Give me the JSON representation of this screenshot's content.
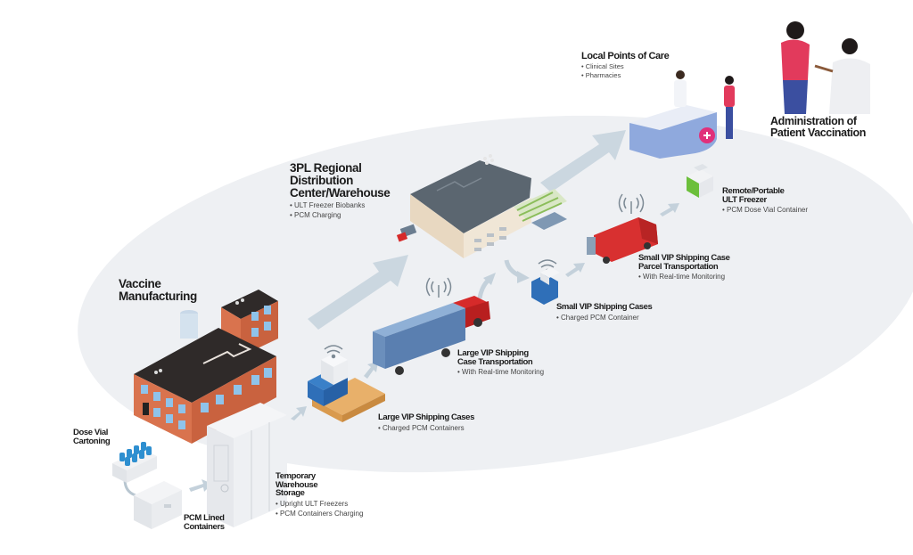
{
  "diagram": {
    "title": "Vaccine Cold Chain Distribution",
    "colors": {
      "background": "#ffffff",
      "ellipse": "#eef0f3",
      "flow_arrow": "#c9d6df",
      "brick": "#d9734e",
      "roof_dark": "#2f2a29",
      "warehouse_roof": "#5b6670",
      "warehouse_wall": "#e8d8c1",
      "vip_blue": "#2f6fb8",
      "truck_trailer": "#5a7fb0",
      "truck_cab": "#d62a2a",
      "van_red": "#d83030",
      "pallet": "#e2a45c",
      "freezer_green": "#6cbf3b",
      "counter_blue": "#8fa9dd",
      "care_pink": "#e0307a",
      "patient_shirt": "#e23a5c",
      "patient_pants": "#3b4fa0"
    },
    "nodes": [
      {
        "id": "vaccine-manufacturing",
        "title": "Vaccine Manufacturing",
        "bullets": []
      },
      {
        "id": "dose-vial-cartoning",
        "title": "Dose Vial Cartoning",
        "bullets": []
      },
      {
        "id": "pcm-lined-containers",
        "title": "PCM Lined Containers",
        "bullets": []
      },
      {
        "id": "temporary-warehouse-storage",
        "title": "Temporary Warehouse Storage",
        "bullets": [
          "Upright ULT Freezers",
          "PCM Containers Charging"
        ]
      },
      {
        "id": "large-vip-shipping-cases",
        "title": "Large VIP Shipping Cases",
        "bullets": [
          "Charged PCM Containers"
        ]
      },
      {
        "id": "large-vip-transportation",
        "title": "Large VIP Shipping Case Transportation",
        "bullets": [
          "With Real-time Monitoring"
        ]
      },
      {
        "id": "3pl-distribution-center",
        "title": "3PL Regional Distribution Center/Warehouse",
        "bullets": [
          "ULT Freezer Biobanks",
          "PCM Charging"
        ]
      },
      {
        "id": "small-vip-shipping-cases",
        "title": "Small VIP Shipping Cases",
        "bullets": [
          "Charged PCM Container"
        ]
      },
      {
        "id": "small-vip-parcel-transportation",
        "title": "Small VIP Shipping Case Parcel Transportation",
        "bullets": [
          "With Real-time Monitoring"
        ]
      },
      {
        "id": "remote-portable-ult-freezer",
        "title": "Remote/Portable ULT Freezer",
        "bullets": [
          "PCM Dose Vial Container"
        ]
      },
      {
        "id": "local-points-of-care",
        "title": "Local Points of Care",
        "bullets": [
          "Clinical Sites",
          "Pharmacies"
        ]
      },
      {
        "id": "administration-of-vaccination",
        "title": "Administration of Patient Vaccination",
        "bullets": []
      }
    ],
    "labels": {
      "vaccine_manufacturing": {
        "line1": "Vaccine",
        "line2": "Manufacturing"
      },
      "dose_vial": {
        "line1": "Dose Vial",
        "line2": "Cartoning"
      },
      "pcm_lined": {
        "line1": "PCM Lined",
        "line2": "Containers"
      },
      "temp_storage": {
        "line1": "Temporary",
        "line2": "Warehouse",
        "line3": "Storage",
        "bullets": [
          "Upright ULT Freezers",
          "PCM Containers Charging"
        ]
      },
      "large_cases": {
        "line1": "Large VIP Shipping Cases",
        "bullets": [
          "Charged PCM Containers"
        ]
      },
      "large_transport": {
        "line1": "Large VIP Shipping",
        "line2": "Case Transportation",
        "bullets": [
          "With Real-time Monitoring"
        ]
      },
      "distribution": {
        "line1": "3PL Regional",
        "line2": "Distribution",
        "line3": "Center/Warehouse",
        "bullets": [
          "ULT Freezer Biobanks",
          "PCM Charging"
        ]
      },
      "small_cases": {
        "line1": "Small VIP Shipping Cases",
        "bullets": [
          "Charged PCM Container"
        ]
      },
      "small_transport": {
        "line1": "Small VIP Shipping Case",
        "line2": "Parcel Transportation",
        "bullets": [
          "With Real-time Monitoring"
        ]
      },
      "remote_freezer": {
        "line1": "Remote/Portable",
        "line2": "ULT Freezer",
        "bullets": [
          "PCM Dose Vial Container"
        ]
      },
      "points_of_care": {
        "line1": "Local Points of Care",
        "bullets": [
          "Clinical Sites",
          "Pharmacies"
        ]
      },
      "administration": {
        "line1": "Administration of",
        "line2": "Patient Vaccination"
      }
    },
    "edges": [
      {
        "from": "dose-vial-cartoning",
        "to": "pcm-lined-containers"
      },
      {
        "from": "pcm-lined-containers",
        "to": "temporary-warehouse-storage"
      },
      {
        "from": "temporary-warehouse-storage",
        "to": "large-vip-shipping-cases"
      },
      {
        "from": "large-vip-shipping-cases",
        "to": "large-vip-transportation"
      },
      {
        "from": "large-vip-transportation",
        "to": "3pl-distribution-center"
      },
      {
        "from": "vaccine-manufacturing",
        "to": "3pl-distribution-center"
      },
      {
        "from": "3pl-distribution-center",
        "to": "small-vip-shipping-cases"
      },
      {
        "from": "small-vip-shipping-cases",
        "to": "small-vip-parcel-transportation"
      },
      {
        "from": "small-vip-parcel-transportation",
        "to": "remote-portable-ult-freezer"
      },
      {
        "from": "3pl-distribution-center",
        "to": "local-points-of-care"
      }
    ]
  }
}
